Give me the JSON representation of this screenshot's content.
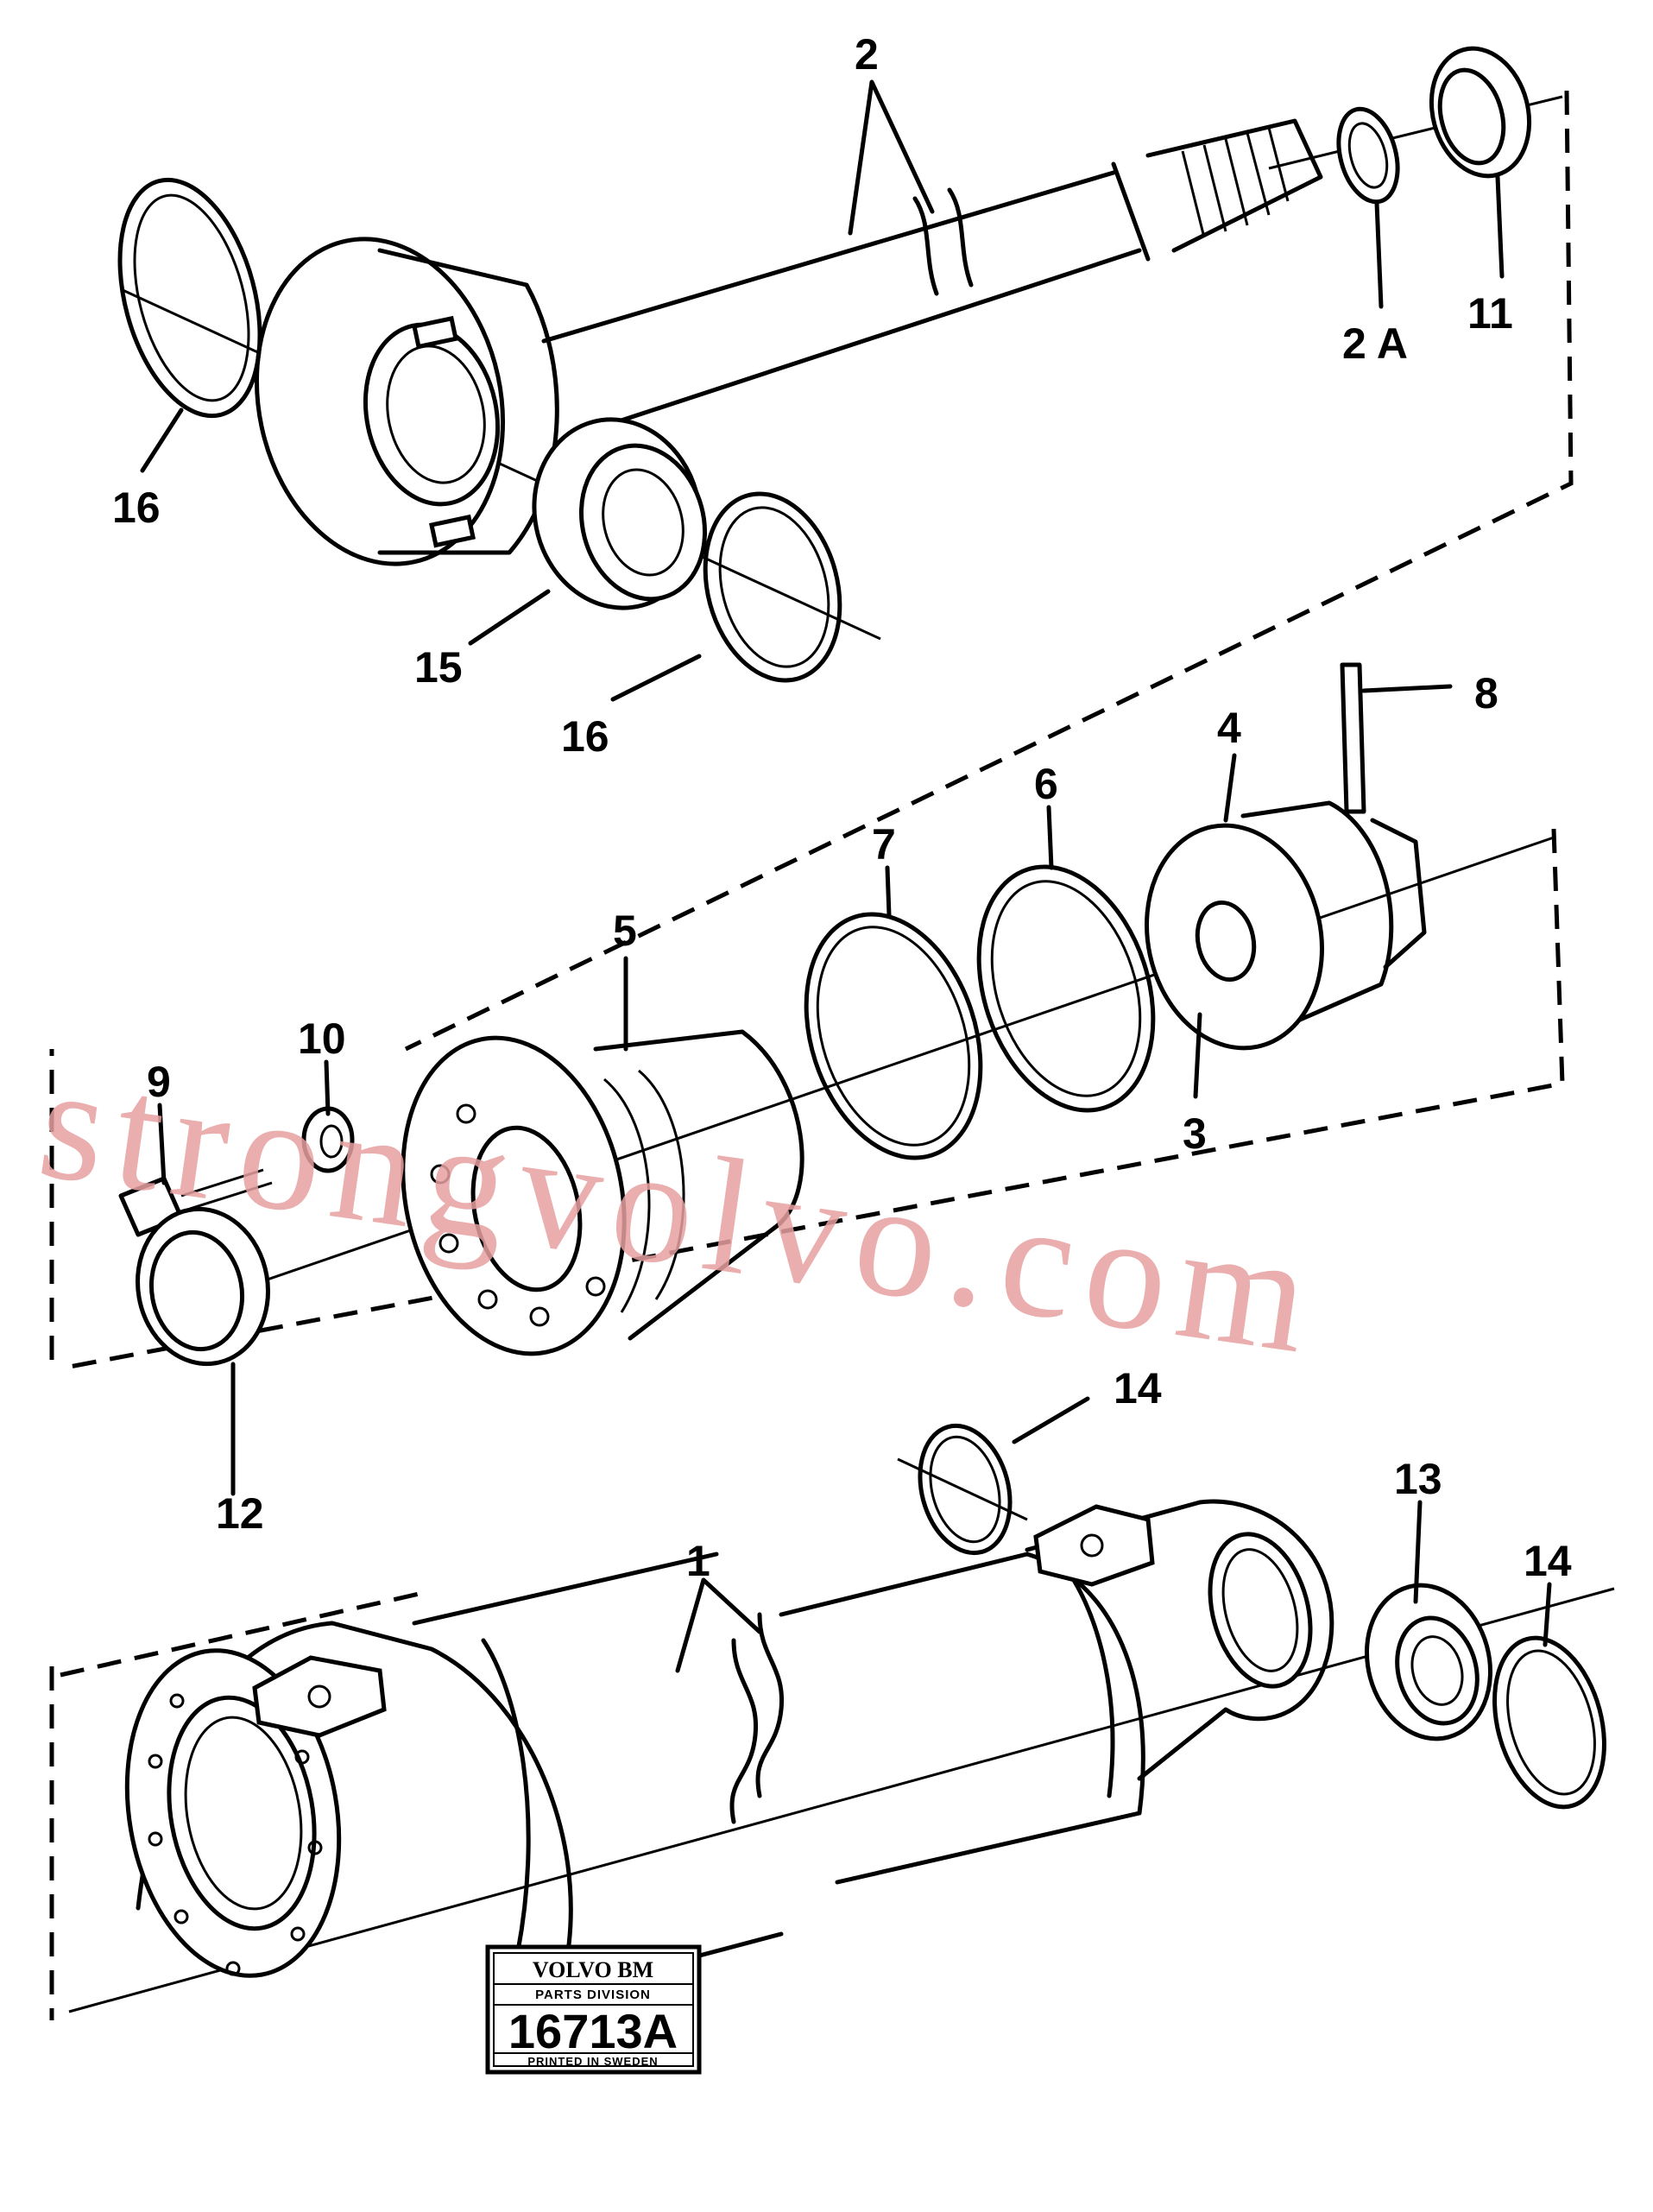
{
  "watermark": "strongvolvo.com",
  "stamp": {
    "brand": "VOLVO BM",
    "division": "PARTS DIVISION",
    "number": "16713A",
    "printed": "PRINTED IN SWEDEN"
  },
  "callouts": {
    "c1": "1",
    "c2": "2",
    "c2a": "2 A",
    "c3": "3",
    "c4": "4",
    "c5": "5",
    "c6": "6",
    "c7": "7",
    "c8": "8",
    "c9": "9",
    "c10": "10",
    "c11": "11",
    "c12": "12",
    "c13": "13",
    "c14a": "14",
    "c14b": "14",
    "c15": "15",
    "c16a": "16",
    "c16b": "16"
  }
}
